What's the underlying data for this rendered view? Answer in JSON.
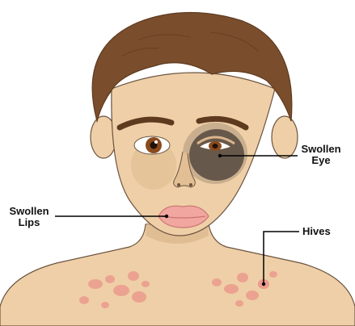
{
  "labels": {
    "swollen_eye": [
      "Swollen",
      "Eye"
    ],
    "swollen_lips": [
      "Swollen",
      "Lips"
    ],
    "hives": "Hives"
  },
  "colors": {
    "skin": "#efcfa7",
    "skin_shadow": "#dcb58c",
    "hair": "#7a4e2d",
    "hair_dark": "#5e3a1f",
    "bruise": "#5b5045",
    "iris": "#8b4a1e",
    "lips": "#f2a6a0",
    "hives": "#ec9b8e",
    "outline": "#6b5440",
    "leader_line": "#000000"
  },
  "icons": {
    "illustration": "child-face-allergic-reaction"
  }
}
